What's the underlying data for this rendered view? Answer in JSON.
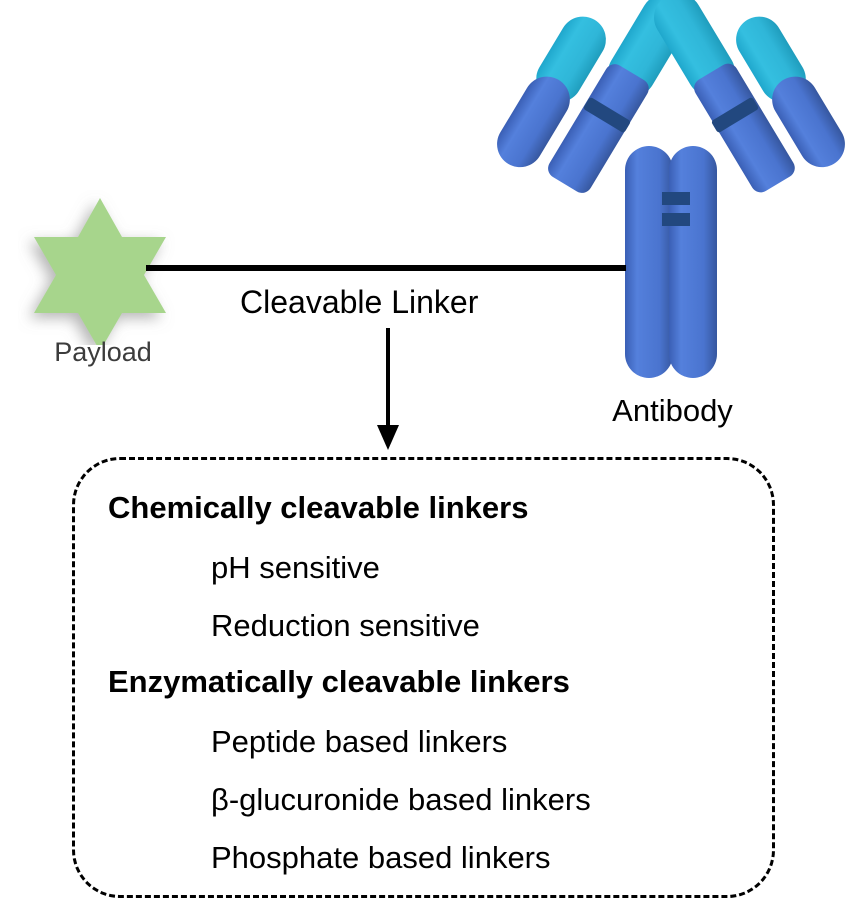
{
  "diagram": {
    "title": "Antibody-drug conjugate cleavable linker diagram",
    "payload": {
      "label": "Payload",
      "icon": "six-pointed-star",
      "color": "#a7d58c",
      "label_color": "#3c3c3c"
    },
    "antibody": {
      "label": "Antibody",
      "icon": "antibody-y-shape",
      "variable_region_color": "#2eb8dc",
      "constant_region_color": "#4c78d4",
      "disulfide_color": "#22487f"
    },
    "linker": {
      "label": "Cleavable Linker",
      "line_color": "#000000"
    },
    "arrow": {
      "icon": "down-arrow",
      "color": "#000000"
    },
    "linker_types_box": {
      "border_style": "dashed",
      "border_color": "#000000",
      "groups": [
        {
          "heading": "Chemically cleavable linkers",
          "items": [
            "pH sensitive",
            "Reduction sensitive"
          ]
        },
        {
          "heading": "Enzymatically cleavable linkers",
          "items": [
            "Peptide based linkers",
            "β-glucuronide based linkers",
            "Phosphate based linkers"
          ]
        }
      ]
    }
  }
}
